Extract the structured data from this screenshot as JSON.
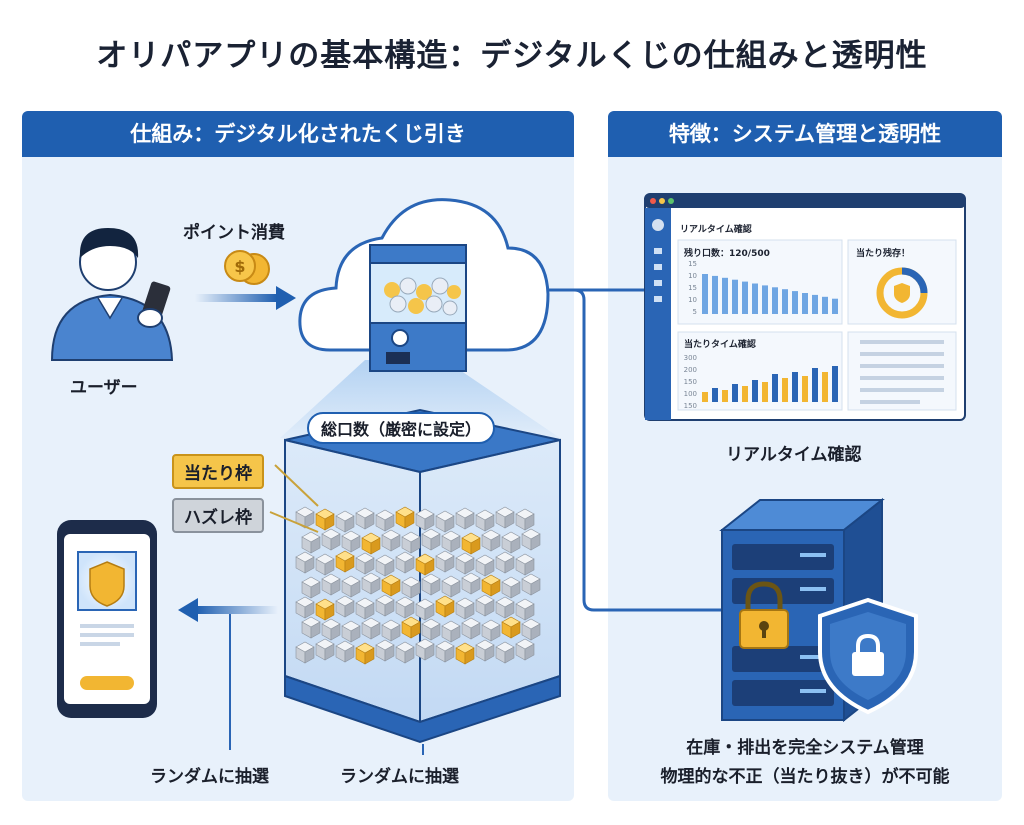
{
  "title": "オリパアプリの基本構造：デジタルくじの仕組みと透明性",
  "left_panel": {
    "header": "仕組み：デジタル化されたくじ引き",
    "user_label": "ユーザー",
    "points_label": "ポイント消費",
    "total_label": "総口数（厳密に設定）",
    "win_label": "当たり枠",
    "lose_label": "ハズレ枠",
    "draw_label_left": "ランダムに抽選",
    "draw_label_right": "ランダムに抽選"
  },
  "right_panel": {
    "header": "特徴：システム管理と透明性",
    "dashboard": {
      "title": "リアルタイム確認",
      "remaining": "残り口数：120/500",
      "hit_remaining": "当たり残存！",
      "hit_time": "当たりタイム確認",
      "yticks_bottom": [
        "300",
        "200",
        "150",
        "100",
        "150"
      ],
      "yticks_top": [
        "15",
        "10",
        "15",
        "10",
        "5"
      ]
    },
    "realtime_label": "リアルタイム確認",
    "server_caption_1": "在庫・排出を完全システム管理",
    "server_caption_2": "物理的な不正（当たり抜き）が不可能"
  },
  "colors": {
    "brand": "#1f5fb0",
    "gold": "#f2b632",
    "panel_bg": "#e8f1fb"
  }
}
